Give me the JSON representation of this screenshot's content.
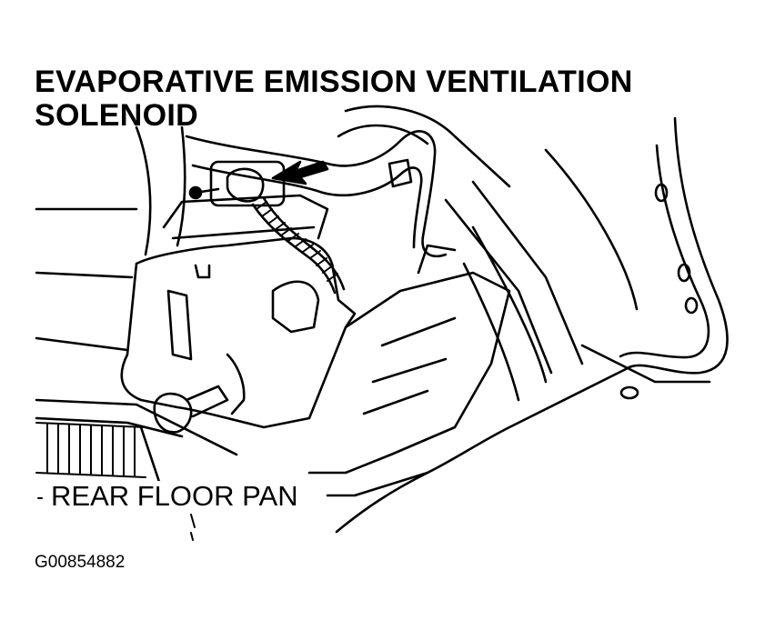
{
  "diagram": {
    "title_lines": [
      "EVAPORATIVE EMISSION VENTILATION",
      "SOLENOID"
    ],
    "callout": "REAR FLOOR PAN",
    "figure_id": "G00854882"
  }
}
